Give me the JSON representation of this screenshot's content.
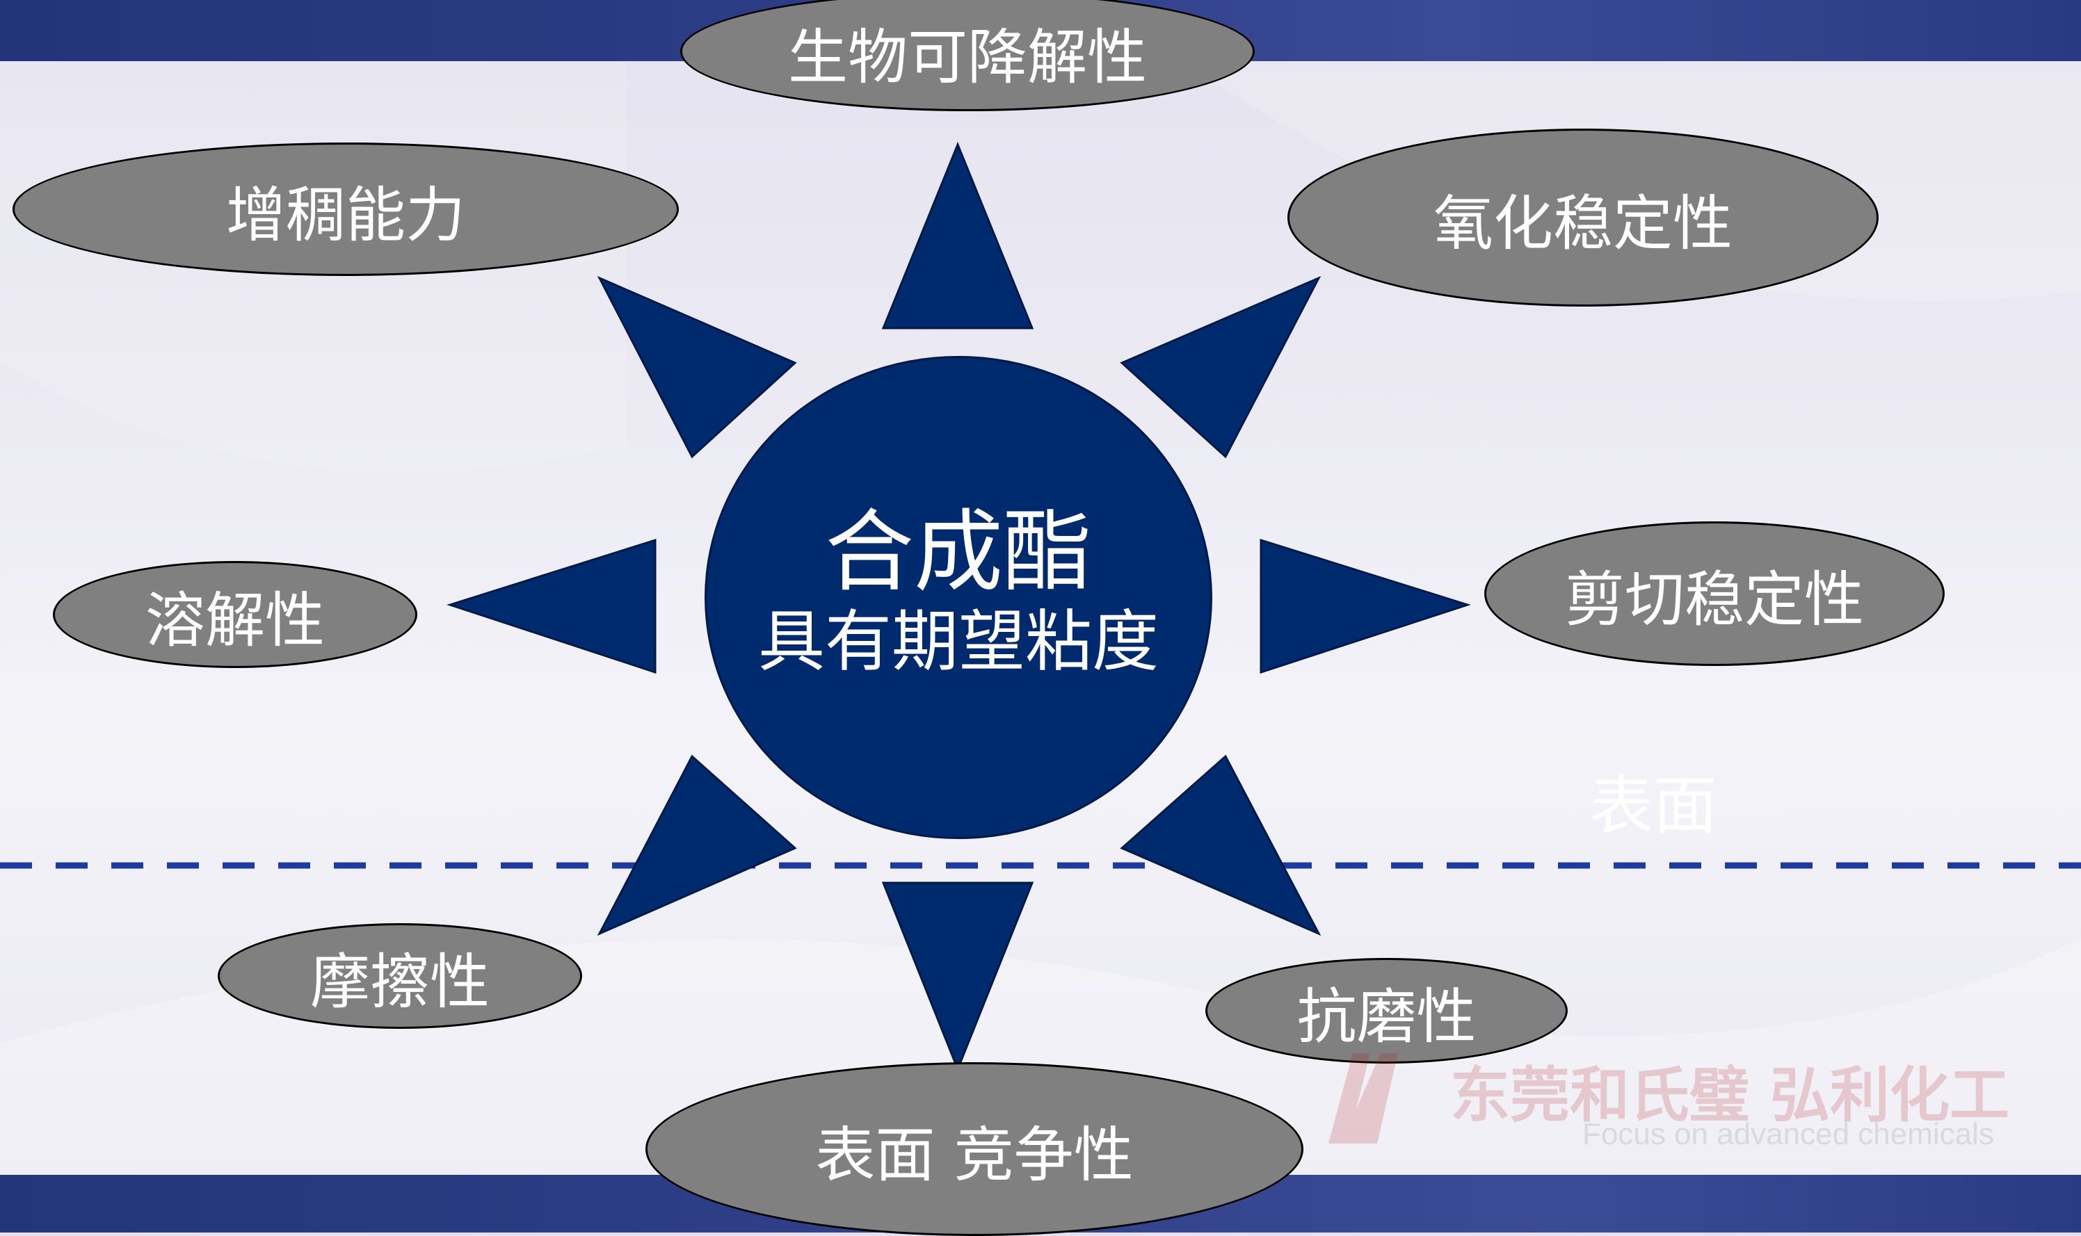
{
  "center": {
    "title": "合成酯",
    "subtitle": "具有期望粘度"
  },
  "properties": {
    "top": "生物可降解性",
    "top_left": "增稠能力",
    "top_right": "氧化稳定性",
    "left": "溶解性",
    "right": "剪切稳定性",
    "bottom_left": "摩擦性",
    "bottom_right": "抗磨性",
    "bottom": "表面 竞争性"
  },
  "surface_label": "表面",
  "watermark": {
    "company": "东莞和氏璧  弘利化工",
    "slogan": "Focus on advanced chemicals"
  },
  "colors": {
    "arrow_fill": "#002a6e",
    "ellipse_fill": "#808080",
    "dashed_line": "#1d3aa0",
    "band": "#2d3d86"
  }
}
